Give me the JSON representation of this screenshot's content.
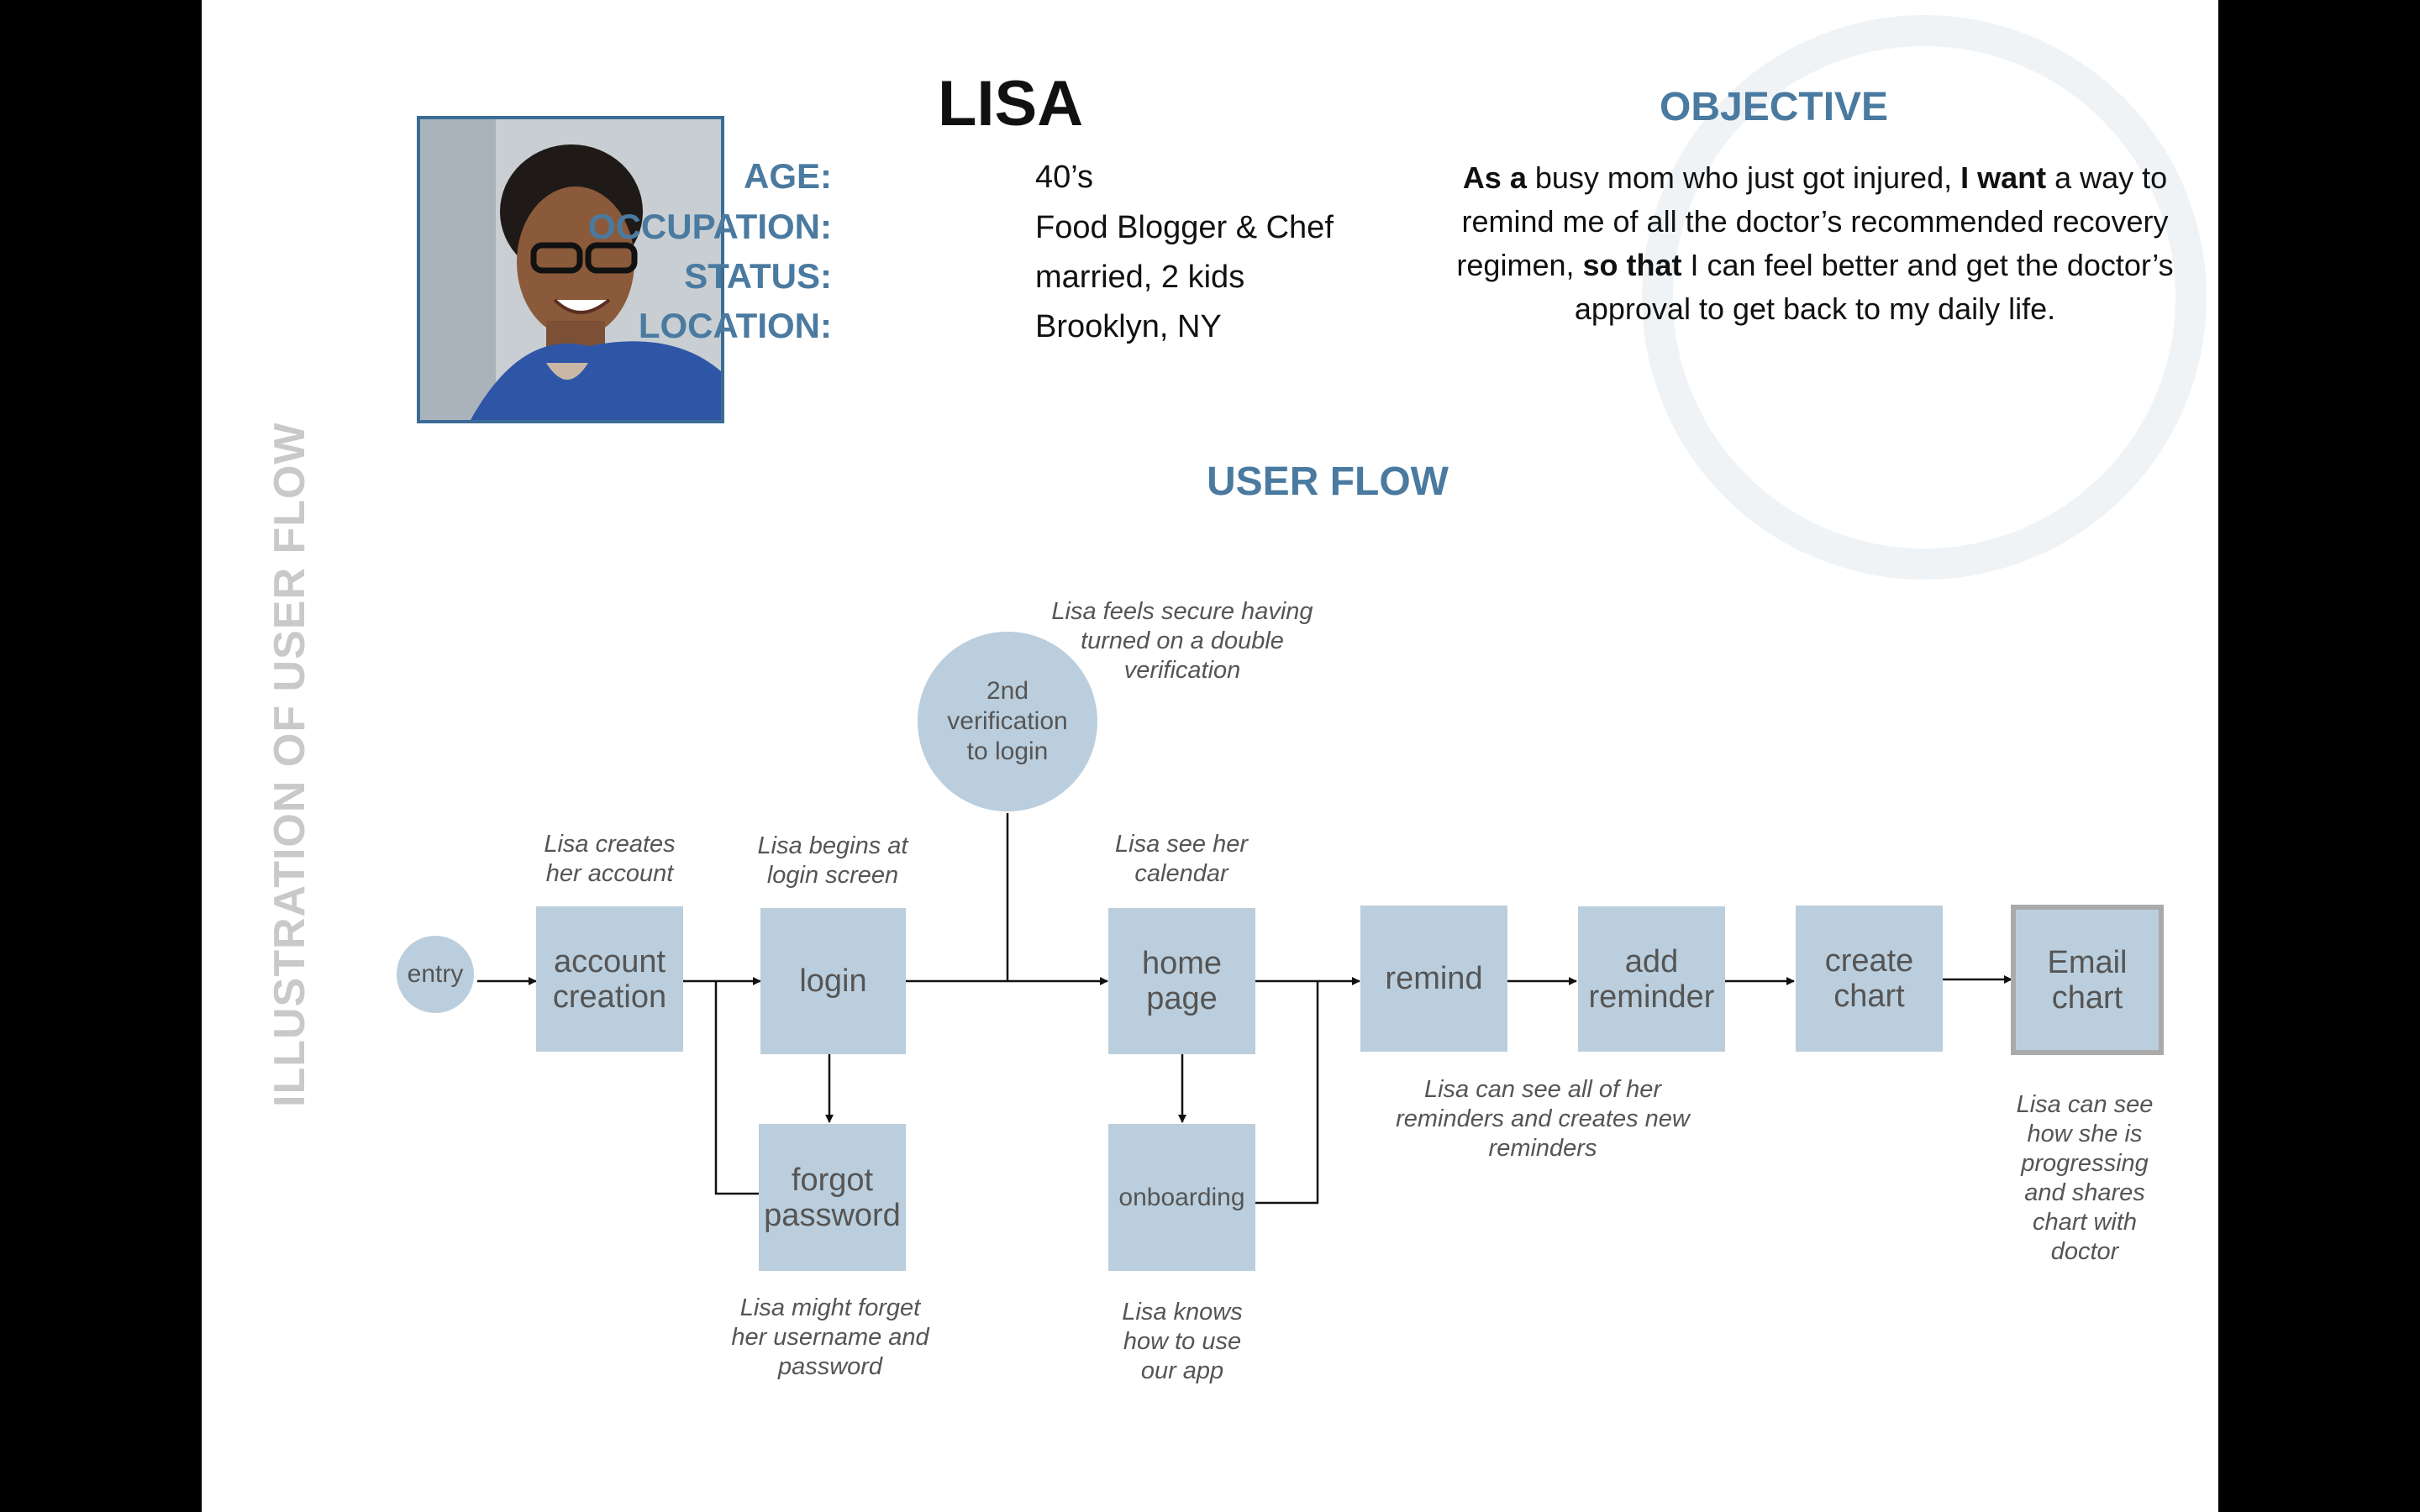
{
  "persona": {
    "name": "LISA",
    "fields": [
      {
        "label": "AGE:",
        "value": "40’s"
      },
      {
        "label": "OCCUPATION:",
        "value": "Food Blogger & Chef"
      },
      {
        "label": "STATUS:",
        "value": "married, 2 kids"
      },
      {
        "label": "LOCATION:",
        "value": "Brooklyn, NY"
      }
    ]
  },
  "objective": {
    "title": "OBJECTIVE",
    "as_a": "As a",
    "part1": " busy mom who just got injured, ",
    "i_want": "I want",
    "part2": " a way to remind me of all the doctor’s recommended recovery regimen, ",
    "so_that": "so that",
    "part3": " I can feel better and get the doctor’s approval to get back to my daily life."
  },
  "side_title": "ILLUSTRATION OF USER FLOW",
  "flow": {
    "title": "USER FLOW",
    "nodes": {
      "entry": "entry",
      "account_creation": "account creation",
      "login": "login",
      "forgot_password": "forgot password",
      "verification": "2nd verification to login",
      "home_page": "home page",
      "onboarding": "onboarding",
      "remind": "remind",
      "add_reminder": "add reminder",
      "create_chart": "create chart",
      "email_chart": "Email chart"
    },
    "notes": {
      "account_creation": "Lisa creates her account",
      "login": "Lisa begins at login screen",
      "verification": "Lisa feels secure having turned on a double verification",
      "home_page": "Lisa see her calendar",
      "forgot_password": "Lisa might forget her username and password",
      "onboarding": "Lisa knows how to use our app",
      "reminders": "Lisa can see all of her reminders and creates new reminders",
      "email_chart": "Lisa can see how she is progressing and shares chart with doctor"
    }
  },
  "colors": {
    "accent": "#4a7aa0",
    "node_fill": "#bbcedd",
    "node_text": "#555555",
    "ring": "#f0f3f6"
  }
}
